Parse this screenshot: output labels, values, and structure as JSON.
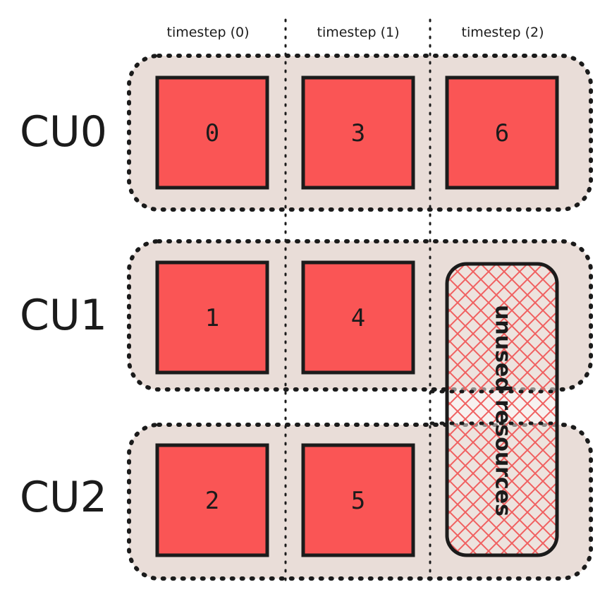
{
  "timesteps": [
    "timestep (0)",
    "timestep (1)",
    "timestep (2)"
  ],
  "units": [
    {
      "label": "CU0",
      "tasks": [
        "0",
        "3",
        "6"
      ]
    },
    {
      "label": "CU1",
      "tasks": [
        "1",
        "4"
      ]
    },
    {
      "label": "CU2",
      "tasks": [
        "2",
        "5"
      ]
    }
  ],
  "unused": {
    "label": "unused resources"
  },
  "colors": {
    "task_fill": "#fa5555",
    "lane_fill": "#e9ddd8",
    "outline": "#1b1b1b",
    "hatch": "#f06060",
    "unused_fill": "#f1e7e3"
  }
}
